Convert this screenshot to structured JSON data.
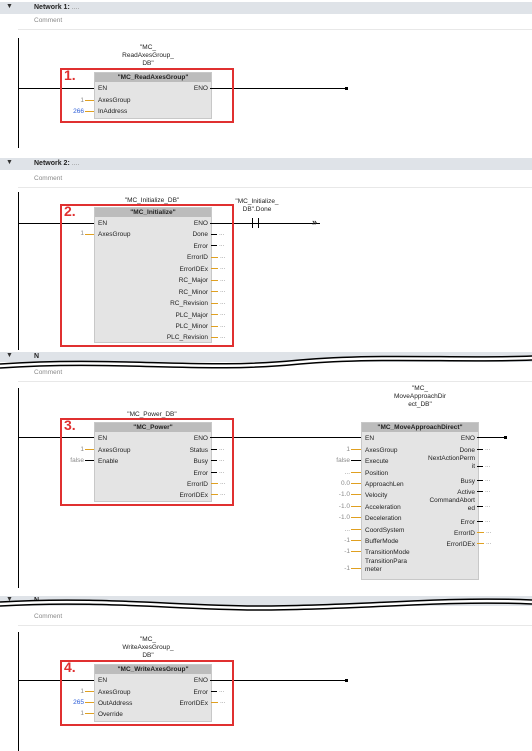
{
  "networks": [
    {
      "title": "Network 1:",
      "suffix": "....",
      "comment": "Comment"
    },
    {
      "title": "Network 2:",
      "suffix": "....",
      "comment": "Comment"
    },
    {
      "title": "N",
      "suffix": "",
      "comment": "Comment"
    },
    {
      "title": "N",
      "suffix": "",
      "comment": "Comment"
    }
  ],
  "blocks": {
    "read": {
      "db": "\"MC_\nReadAxesGroup_\nDB\"",
      "name": "\"MC_ReadAxesGroup\"",
      "marker": "1.",
      "in_pins": [
        "EN",
        "AxesGroup",
        "InAddress"
      ],
      "in_vals": [
        "",
        "1",
        "266"
      ],
      "out_pins": [
        "ENO"
      ]
    },
    "init": {
      "db": "\"MC_Initialize_DB\"",
      "name": "\"MC_Initialize\"",
      "marker": "2.",
      "in_pins": [
        "EN",
        "AxesGroup"
      ],
      "in_vals": [
        "",
        "1"
      ],
      "out_pins": [
        "ENO",
        "Done",
        "Error",
        "ErrorID",
        "ErrorIDEx",
        "RC_Major",
        "RC_Minor",
        "RC_Revision",
        "PLC_Major",
        "PLC_Minor",
        "PLC_Revision"
      ],
      "contact": "\"MC_Initialize_\nDB\".Done"
    },
    "power": {
      "db": "\"MC_Power_DB\"",
      "name": "\"MC_Power\"",
      "marker": "3.",
      "in_pins": [
        "EN",
        "AxesGroup",
        "Enable"
      ],
      "in_vals": [
        "",
        "1",
        "false"
      ],
      "out_pins": [
        "ENO",
        "Status",
        "Busy",
        "Error",
        "ErrorID",
        "ErrorIDEx"
      ]
    },
    "move": {
      "db": "\"MC_\nMoveApproachDir\nect_DB\"",
      "name": "\"MC_MoveApproachDirect\"",
      "in_pins": [
        "EN",
        "AxesGroup",
        "Execute",
        "Position",
        "ApproachLen",
        "Velocity",
        "Acceleration",
        "Deceleration",
        "CoordSystem",
        "BufferMode",
        "TransitionMode",
        "TransitionPara\nmeter"
      ],
      "in_vals": [
        "",
        "1",
        "false",
        "...",
        "0.0",
        "-1.0",
        "-1.0",
        "-1.0",
        "...",
        "-1",
        "-1",
        "-1"
      ],
      "out_pins": [
        "ENO",
        "Done",
        "NextActionPerm\nit",
        "Busy",
        "Active",
        "CommandAbort\ned",
        "Error",
        "ErrorID",
        "ErrorIDEx"
      ]
    },
    "write": {
      "db": "\"MC_\nWriteAxesGroup_\nDB\"",
      "name": "\"MC_WriteAxesGroup\"",
      "marker": "4.",
      "in_pins": [
        "EN",
        "AxesGroup",
        "OutAddress",
        "Override"
      ],
      "in_vals": [
        "",
        "1",
        "265",
        "1"
      ],
      "out_pins": [
        "ENO",
        "Error",
        "ErrorIDEx"
      ]
    }
  },
  "placeholder": "..."
}
